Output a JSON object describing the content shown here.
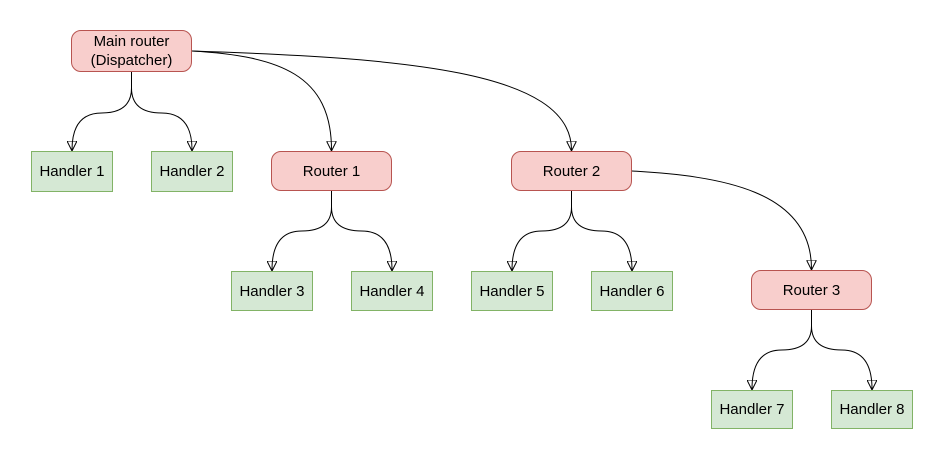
{
  "diagram": {
    "nodes": [
      {
        "id": "main",
        "label": "Main router\n(Dispatcher)",
        "type": "router"
      },
      {
        "id": "handler1",
        "label": "Handler 1",
        "type": "handler"
      },
      {
        "id": "handler2",
        "label": "Handler 2",
        "type": "handler"
      },
      {
        "id": "router1",
        "label": "Router 1",
        "type": "router"
      },
      {
        "id": "router2",
        "label": "Router 2",
        "type": "router"
      },
      {
        "id": "handler3",
        "label": "Handler 3",
        "type": "handler"
      },
      {
        "id": "handler4",
        "label": "Handler 4",
        "type": "handler"
      },
      {
        "id": "handler5",
        "label": "Handler 5",
        "type": "handler"
      },
      {
        "id": "handler6",
        "label": "Handler 6",
        "type": "handler"
      },
      {
        "id": "router3",
        "label": "Router 3",
        "type": "router"
      },
      {
        "id": "handler7",
        "label": "Handler 7",
        "type": "handler"
      },
      {
        "id": "handler8",
        "label": "Handler 8",
        "type": "handler"
      }
    ],
    "edges": [
      {
        "from": "main",
        "to": "handler1"
      },
      {
        "from": "main",
        "to": "handler2"
      },
      {
        "from": "main",
        "to": "router1"
      },
      {
        "from": "main",
        "to": "router2"
      },
      {
        "from": "router1",
        "to": "handler3"
      },
      {
        "from": "router1",
        "to": "handler4"
      },
      {
        "from": "router2",
        "to": "handler5"
      },
      {
        "from": "router2",
        "to": "handler6"
      },
      {
        "from": "router2",
        "to": "router3"
      },
      {
        "from": "router3",
        "to": "handler7"
      },
      {
        "from": "router3",
        "to": "handler8"
      }
    ],
    "colors": {
      "router_fill": "#f8cecc",
      "router_border": "#b85450",
      "handler_fill": "#d5e8d4",
      "handler_border": "#82b366",
      "edge": "#000000",
      "background": "#ffffff"
    }
  }
}
